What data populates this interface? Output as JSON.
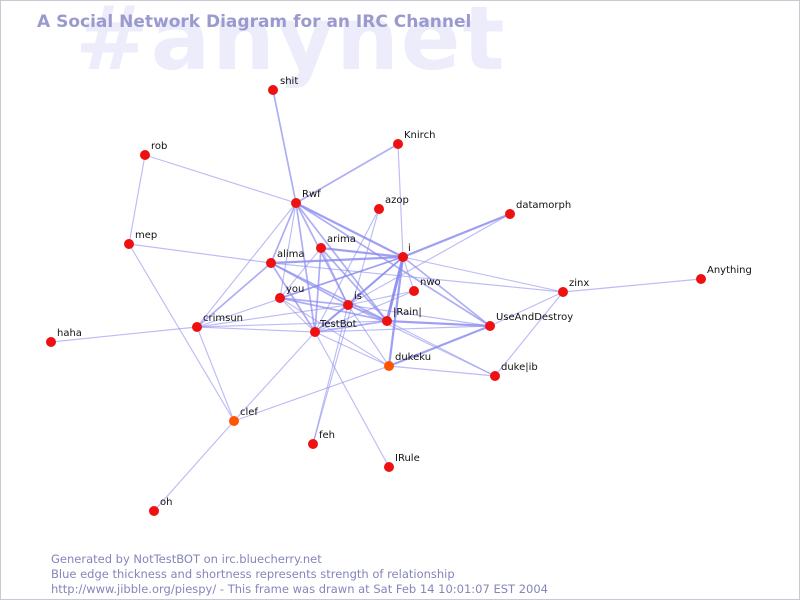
{
  "watermark": "#anynet",
  "title": "A Social Network Diagram for an IRC Channel",
  "footer": {
    "line1": "Generated by NotTestBOT on irc.bluecherry.net",
    "line2": "Blue edge thickness and shortness represents strength of relationship",
    "line3": "http://www.jibble.org/piespy/ - This frame was drawn at Sat Feb 14 10:01:07 EST 2004"
  },
  "colors": {
    "node": "#ee1111",
    "node_recent": "#ff5500",
    "edge": "#8a8af0",
    "title": "#9a9acf",
    "watermark": "#ececfb"
  },
  "nodes": [
    {
      "id": "shit",
      "label": "shit",
      "status": "active"
    },
    {
      "id": "knirch",
      "label": "Knirch",
      "status": "active"
    },
    {
      "id": "rob",
      "label": "rob",
      "status": "active"
    },
    {
      "id": "rwf",
      "label": "Rwf",
      "status": "active"
    },
    {
      "id": "azop",
      "label": "azop",
      "status": "active"
    },
    {
      "id": "datamorph",
      "label": "datamorph",
      "status": "active"
    },
    {
      "id": "mep",
      "label": "mep",
      "status": "active"
    },
    {
      "id": "arima",
      "label": "arima",
      "status": "active"
    },
    {
      "id": "i",
      "label": "i",
      "status": "active"
    },
    {
      "id": "alima",
      "label": "alima",
      "status": "active"
    },
    {
      "id": "anything",
      "label": "Anything",
      "status": "active"
    },
    {
      "id": "nwo",
      "label": "nwo",
      "status": "active"
    },
    {
      "id": "zinx",
      "label": "zinx",
      "status": "active"
    },
    {
      "id": "you",
      "label": "you",
      "status": "active"
    },
    {
      "id": "is",
      "label": "is",
      "status": "active"
    },
    {
      "id": "haha",
      "label": "haha",
      "status": "active"
    },
    {
      "id": "crimsun",
      "label": "crimsun",
      "status": "active"
    },
    {
      "id": "rain",
      "label": "|Rain|",
      "status": "active"
    },
    {
      "id": "testbot",
      "label": "TestBot",
      "status": "active"
    },
    {
      "id": "useanddestroy",
      "label": "UseAndDestroy",
      "status": "active"
    },
    {
      "id": "dukeku",
      "label": "dukeku",
      "status": "recent"
    },
    {
      "id": "dukejib",
      "label": "duke|ib",
      "status": "active"
    },
    {
      "id": "clef",
      "label": "clef",
      "status": "recent"
    },
    {
      "id": "feh",
      "label": "feh",
      "status": "active"
    },
    {
      "id": "irule",
      "label": "IRule",
      "status": "active"
    },
    {
      "id": "oh",
      "label": "oh",
      "status": "active"
    }
  ],
  "edges": [
    {
      "source": "shit",
      "target": "rwf",
      "weight": 2
    },
    {
      "source": "knirch",
      "target": "rwf",
      "weight": 2
    },
    {
      "source": "knirch",
      "target": "i",
      "weight": 1
    },
    {
      "source": "rob",
      "target": "rwf",
      "weight": 1
    },
    {
      "source": "rob",
      "target": "mep",
      "weight": 1
    },
    {
      "source": "mep",
      "target": "clef",
      "weight": 1
    },
    {
      "source": "mep",
      "target": "alima",
      "weight": 1
    },
    {
      "source": "rwf",
      "target": "i",
      "weight": 3
    },
    {
      "source": "rwf",
      "target": "alima",
      "weight": 2
    },
    {
      "source": "rwf",
      "target": "crimsun",
      "weight": 1
    },
    {
      "source": "rwf",
      "target": "testbot",
      "weight": 2
    },
    {
      "source": "rwf",
      "target": "is",
      "weight": 2
    },
    {
      "source": "rwf",
      "target": "rain",
      "weight": 2
    },
    {
      "source": "rwf",
      "target": "you",
      "weight": 1
    },
    {
      "source": "rwf",
      "target": "useanddestroy",
      "weight": 2
    },
    {
      "source": "azop",
      "target": "testbot",
      "weight": 1
    },
    {
      "source": "azop",
      "target": "feh",
      "weight": 1
    },
    {
      "source": "datamorph",
      "target": "i",
      "weight": 3
    },
    {
      "source": "datamorph",
      "target": "is",
      "weight": 1
    },
    {
      "source": "arima",
      "target": "i",
      "weight": 3
    },
    {
      "source": "arima",
      "target": "testbot",
      "weight": 2
    },
    {
      "source": "arima",
      "target": "rain",
      "weight": 2
    },
    {
      "source": "arima",
      "target": "you",
      "weight": 1
    },
    {
      "source": "alima",
      "target": "i",
      "weight": 3
    },
    {
      "source": "alima",
      "target": "zinx",
      "weight": 1
    },
    {
      "source": "alima",
      "target": "testbot",
      "weight": 2
    },
    {
      "source": "alima",
      "target": "crimsun",
      "weight": 2
    },
    {
      "source": "alima",
      "target": "rain",
      "weight": 2
    },
    {
      "source": "alima",
      "target": "is",
      "weight": 2
    },
    {
      "source": "i",
      "target": "rain",
      "weight": 4
    },
    {
      "source": "i",
      "target": "dukeku",
      "weight": 3
    },
    {
      "source": "i",
      "target": "zinx",
      "weight": 1
    },
    {
      "source": "i",
      "target": "is",
      "weight": 2
    },
    {
      "source": "i",
      "target": "you",
      "weight": 2
    },
    {
      "source": "i",
      "target": "testbot",
      "weight": 2
    },
    {
      "source": "i",
      "target": "crimsun",
      "weight": 1
    },
    {
      "source": "i",
      "target": "nwo",
      "weight": 1
    },
    {
      "source": "i",
      "target": "useanddestroy",
      "weight": 2
    },
    {
      "source": "nwo",
      "target": "testbot",
      "weight": 1
    },
    {
      "source": "nwo",
      "target": "is",
      "weight": 1
    },
    {
      "source": "zinx",
      "target": "anything",
      "weight": 1
    },
    {
      "source": "zinx",
      "target": "dukejib",
      "weight": 1
    },
    {
      "source": "zinx",
      "target": "useanddestroy",
      "weight": 1
    },
    {
      "source": "you",
      "target": "is",
      "weight": 2
    },
    {
      "source": "you",
      "target": "rain",
      "weight": 2
    },
    {
      "source": "you",
      "target": "testbot",
      "weight": 1
    },
    {
      "source": "you",
      "target": "dukeku",
      "weight": 1
    },
    {
      "source": "is",
      "target": "rain",
      "weight": 2
    },
    {
      "source": "is",
      "target": "crimsun",
      "weight": 1
    },
    {
      "source": "is",
      "target": "testbot",
      "weight": 2
    },
    {
      "source": "is",
      "target": "useanddestroy",
      "weight": 1
    },
    {
      "source": "is",
      "target": "dukejib",
      "weight": 1
    },
    {
      "source": "is",
      "target": "feh",
      "weight": 1
    },
    {
      "source": "is",
      "target": "dukeku",
      "weight": 1
    },
    {
      "source": "haha",
      "target": "crimsun",
      "weight": 1
    },
    {
      "source": "crimsun",
      "target": "rain",
      "weight": 1
    },
    {
      "source": "crimsun",
      "target": "testbot",
      "weight": 1
    },
    {
      "source": "crimsun",
      "target": "clef",
      "weight": 1
    },
    {
      "source": "rain",
      "target": "useanddestroy",
      "weight": 3
    },
    {
      "source": "rain",
      "target": "dukejib",
      "weight": 1
    },
    {
      "source": "testbot",
      "target": "rain",
      "weight": 2
    },
    {
      "source": "testbot",
      "target": "irule",
      "weight": 1
    },
    {
      "source": "testbot",
      "target": "clef",
      "weight": 1
    },
    {
      "source": "testbot",
      "target": "dukeku",
      "weight": 1
    },
    {
      "source": "testbot",
      "target": "useanddestroy",
      "weight": 1
    },
    {
      "source": "useanddestroy",
      "target": "dukeku",
      "weight": 3
    },
    {
      "source": "dukeku",
      "target": "dukejib",
      "weight": 1
    },
    {
      "source": "dukeku",
      "target": "clef",
      "weight": 1
    },
    {
      "source": "clef",
      "target": "oh",
      "weight": 1
    },
    {
      "source": "arima",
      "target": "is",
      "weight": 1
    }
  ]
}
